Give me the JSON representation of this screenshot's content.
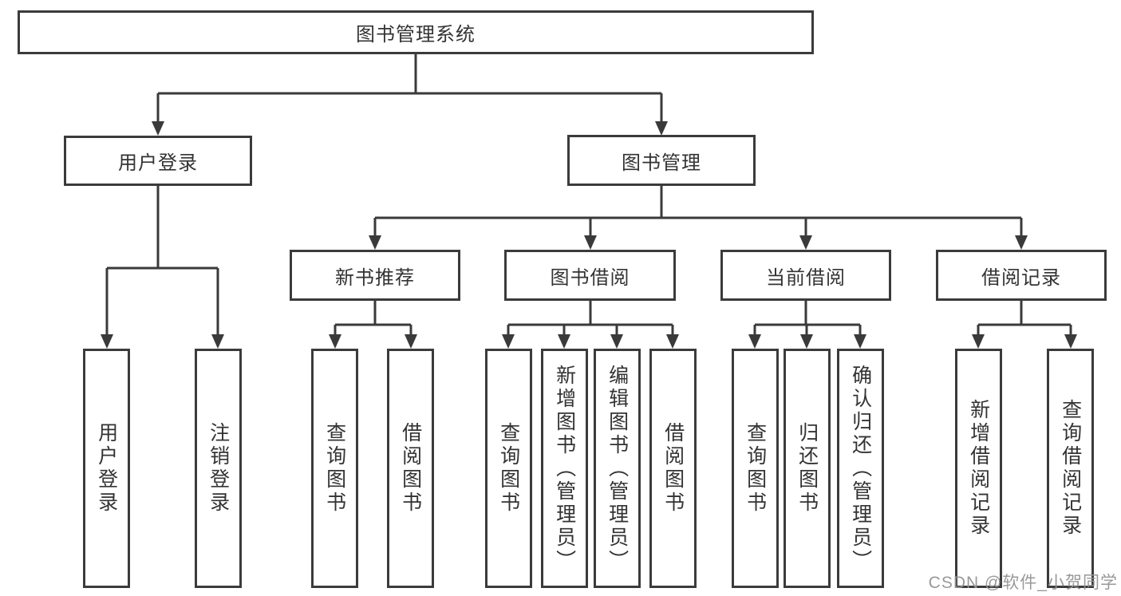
{
  "colors": {
    "line": "#3a3a3a",
    "border": "#3b3b3b",
    "text": "#333333",
    "watermark": "#949494",
    "background": "#ffffff"
  },
  "diagram": {
    "root": {
      "label": "图书管理系统"
    },
    "branches": [
      {
        "label": "用户登录",
        "leaves": [
          {
            "label": "用户登录"
          },
          {
            "label": "注销登录"
          }
        ]
      },
      {
        "label": "图书管理",
        "groups": [
          {
            "label": "新书推荐",
            "leaves": [
              {
                "label": "查询图书"
              },
              {
                "label": "借阅图书"
              }
            ]
          },
          {
            "label": "图书借阅",
            "leaves": [
              {
                "label": "查询图书"
              },
              {
                "label": "新增图书（管理员）"
              },
              {
                "label": "编辑图书（管理员）"
              },
              {
                "label": "借阅图书"
              }
            ]
          },
          {
            "label": "当前借阅",
            "leaves": [
              {
                "label": "查询图书"
              },
              {
                "label": "归还图书"
              },
              {
                "label": "确认归还（管理员）"
              }
            ]
          },
          {
            "label": "借阅记录",
            "leaves": [
              {
                "label": "新增借阅记录"
              },
              {
                "label": "查询借阅记录"
              }
            ]
          }
        ]
      }
    ]
  },
  "watermark": {
    "text": "CSDN @软件_小贺同学"
  }
}
